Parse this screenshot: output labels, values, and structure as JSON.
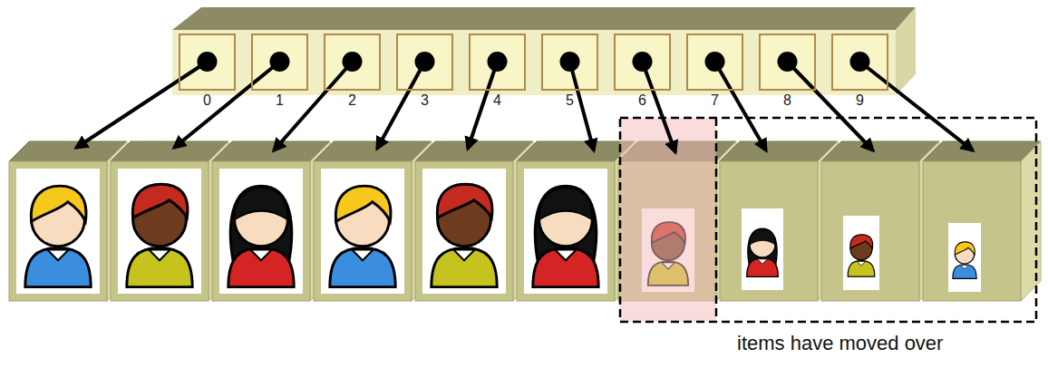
{
  "diagram": {
    "nodes": [
      {
        "text": [
          "0"
        ]
      },
      {
        "text": [
          "1"
        ]
      },
      {
        "text": [
          "2"
        ]
      },
      {
        "text": [
          "3"
        ]
      },
      {
        "text": [
          "4"
        ]
      },
      {
        "text": [
          "5"
        ]
      },
      {
        "text": [
          "6"
        ]
      },
      {
        "text": [
          "7"
        ]
      },
      {
        "text": [
          "8"
        ]
      },
      {
        "text": [
          "9"
        ]
      }
    ],
    "labels": [
      "items have moved over"
    ]
  }
}
